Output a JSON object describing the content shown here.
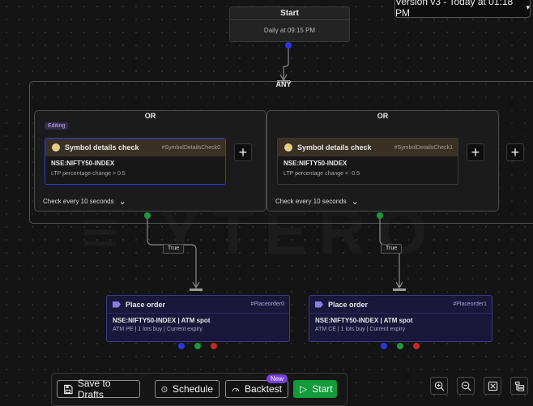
{
  "version": {
    "label": "Version v3 - Today at 01:18 PM",
    "chevron_icon": "chevron-down-icon"
  },
  "start_node": {
    "title": "Start",
    "schedule": "Daily at 09:15 PM"
  },
  "any_group": {
    "label": "ANY"
  },
  "or_groups": [
    {
      "label": "OR",
      "badge": "Editing",
      "check": {
        "title": "Symbol details check",
        "tag": "#SymbolDetailsCheck0",
        "symbol": "NSE:NIFTY50-INDEX",
        "condition": "LTP percentage change > 0.5"
      },
      "check_every": "Check every 10 seconds",
      "plus": "+"
    },
    {
      "label": "OR",
      "check": {
        "title": "Symbol details check",
        "tag": "#SymbolDetailsCheck1",
        "symbol": "NSE:NIFTY50-INDEX",
        "condition": "LTP percentage change < -0.5"
      },
      "check_every": "Check every 10 seconds",
      "plus": "+"
    }
  ],
  "outer_plus": "+",
  "true_labels": [
    "True",
    "True"
  ],
  "orders": [
    {
      "title": "Place order",
      "tag": "#Placeorder0",
      "symbol": "NSE:NIFTY50-INDEX",
      "spot": "ATM spot",
      "meta": "ATM PE | 1 lots buy | Current expiry"
    },
    {
      "title": "Place order",
      "tag": "#Placeorder1",
      "symbol": "NSE:NIFTY50-INDEX",
      "spot": "ATM spot",
      "meta": "ATM CE | 1 lots buy | Current expiry"
    }
  ],
  "toolbar": {
    "save_drafts": "Save to Drafts",
    "schedule": "Schedule",
    "backtest": "Backtest",
    "new_badge": "New",
    "start": "Start"
  },
  "colors": {
    "accent_blue": "#2a37e0",
    "green": "#1a9a3a",
    "red": "#c42a22",
    "start_green": "#139b3a",
    "order_purple": "#19173a"
  }
}
